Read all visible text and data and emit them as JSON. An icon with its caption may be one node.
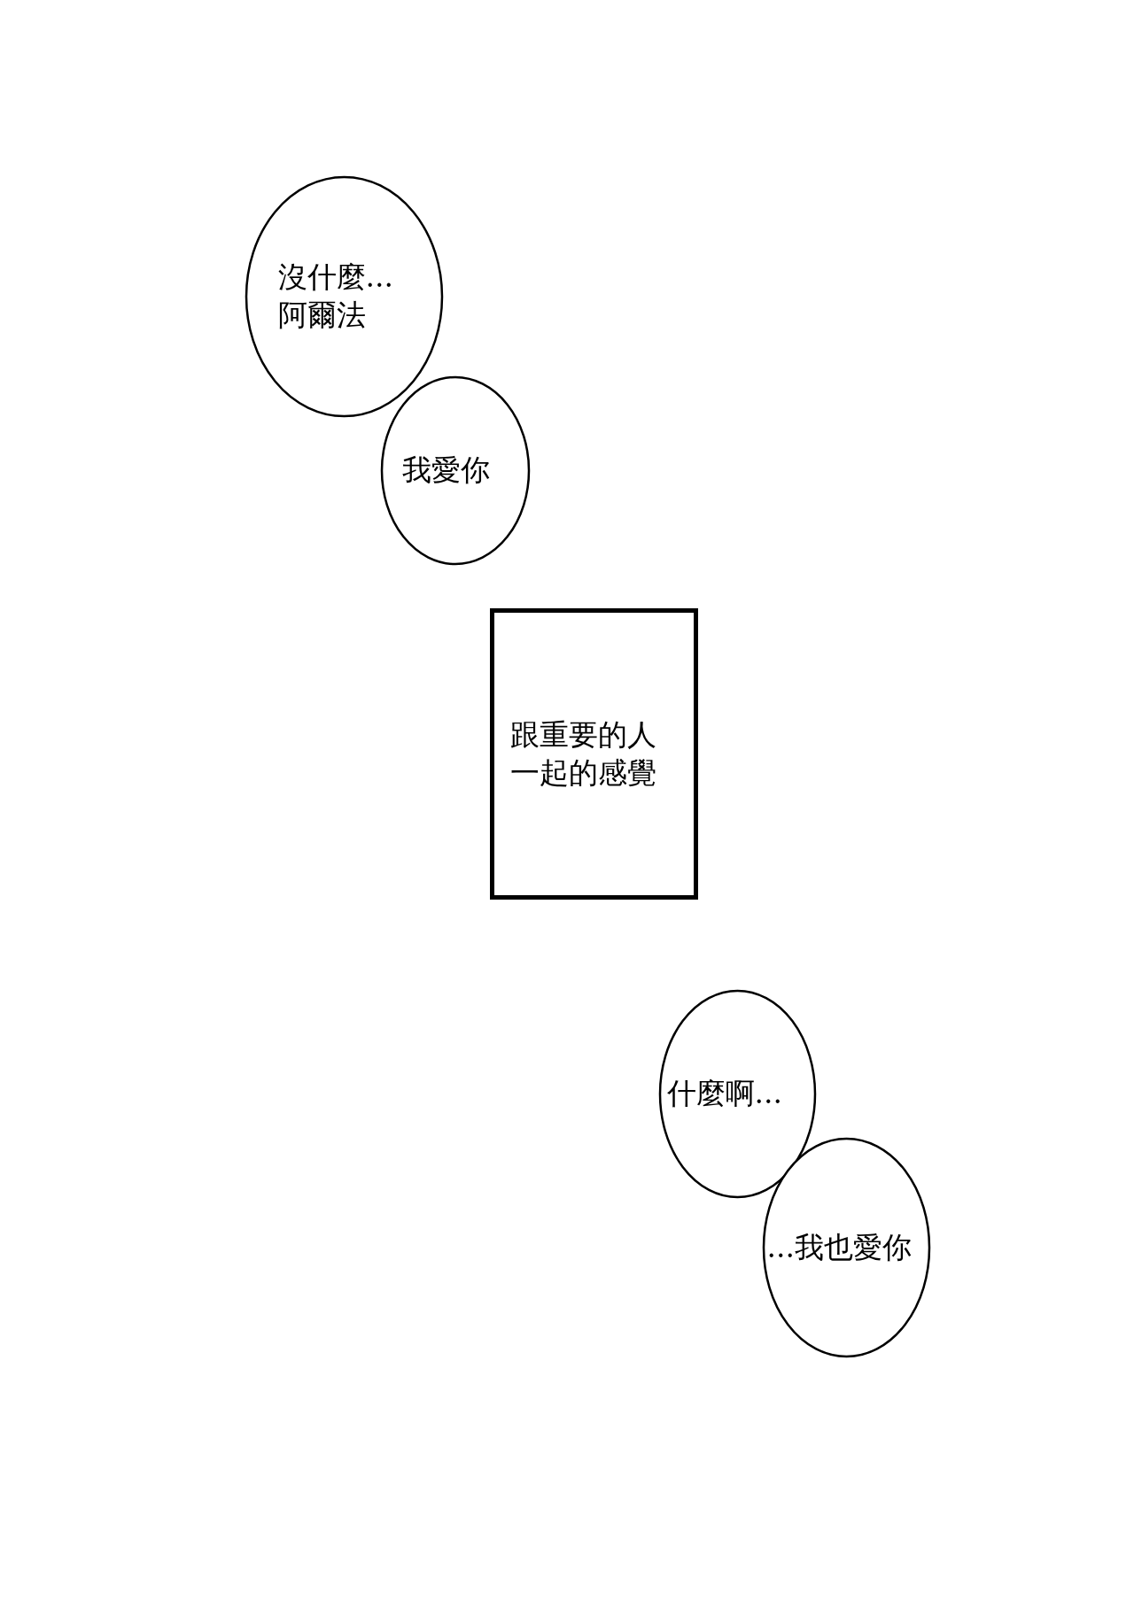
{
  "diagram": {
    "nodes": [
      {
        "text": [
          "沒什麼...阿爾法"
        ]
      },
      {
        "text": [
          "我愛你"
        ]
      },
      {
        "text": [
          "跟重要的人一起的感覺"
        ]
      },
      {
        "text": [
          "什麼啊..."
        ]
      },
      {
        "text": [
          "...我也愛你"
        ]
      }
    ],
    "edges": []
  }
}
